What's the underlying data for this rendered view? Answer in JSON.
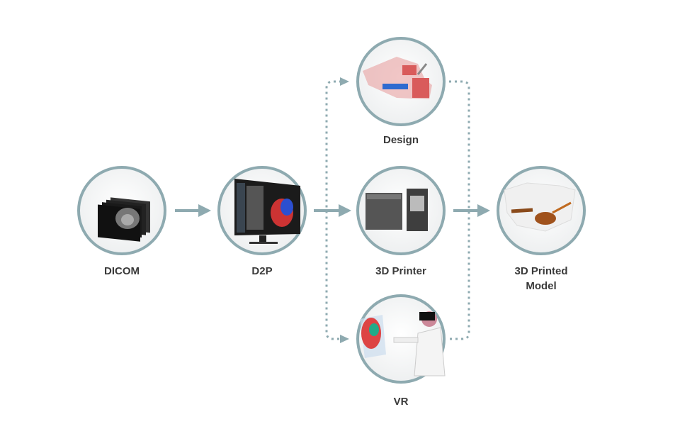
{
  "colors": {
    "accent": "#8eaab0",
    "label": "#3a3a3a"
  },
  "nodes": [
    {
      "id": "dicom",
      "label": "DICOM"
    },
    {
      "id": "d2p",
      "label": "D2P"
    },
    {
      "id": "design",
      "label": "Design"
    },
    {
      "id": "printer",
      "label": "3D Printer"
    },
    {
      "id": "vr",
      "label": "VR"
    },
    {
      "id": "model",
      "label": "3D Printed",
      "label2": "Model"
    }
  ]
}
